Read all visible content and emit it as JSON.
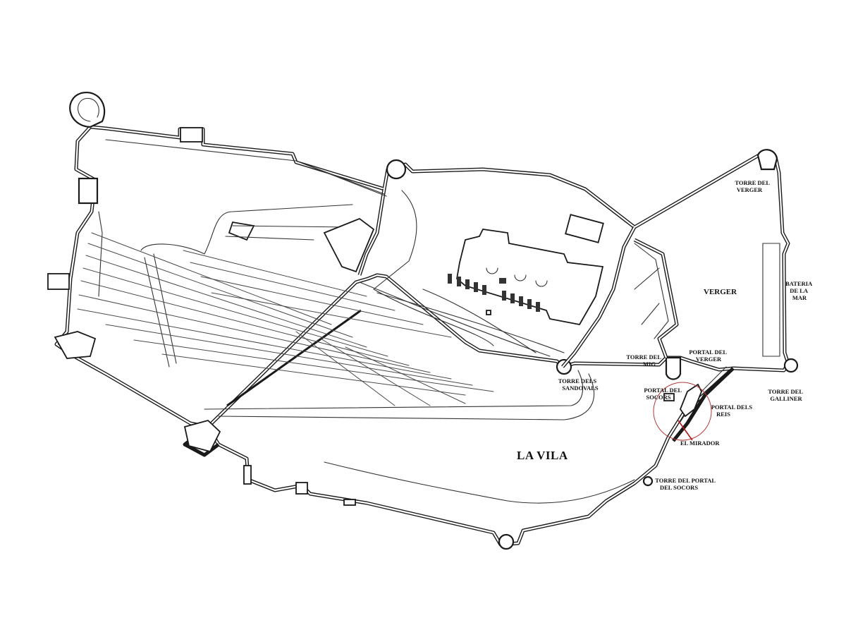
{
  "map": {
    "areas": {
      "la_vila": "LA VILA",
      "verger": "VERGER"
    },
    "labels": {
      "torre_del_verger": [
        "TORRE DEL",
        "VERGER"
      ],
      "bateria_de_la_mar": [
        "BATERIA",
        "DE LA",
        "MAR"
      ],
      "torre_del_mig": [
        "TORRE DEL",
        "MIG"
      ],
      "portal_del_verger": [
        "PORTAL DEL",
        "VERGER"
      ],
      "torre_dels_sandovals": [
        "TORRE DELS",
        "SANDOVALS"
      ],
      "portal_del_socors": [
        "PORTAL DEL",
        "SOCORS"
      ],
      "portal_dels_reis": [
        "PORTAL DELS",
        "REIS"
      ],
      "torre_del_galliner": [
        "TORRE DEL",
        "GALLINER"
      ],
      "el_mirador": "EL MIRADOR",
      "torre_del_portal_del_socors": [
        "TORRE DEL PORTAL",
        "DEL SOCORS"
      ]
    },
    "colors": {
      "ink": "#1a1a1a",
      "highlight_circle": "#b23a3a",
      "mirador_line": "#b01818",
      "paper": "#ffffff"
    }
  }
}
